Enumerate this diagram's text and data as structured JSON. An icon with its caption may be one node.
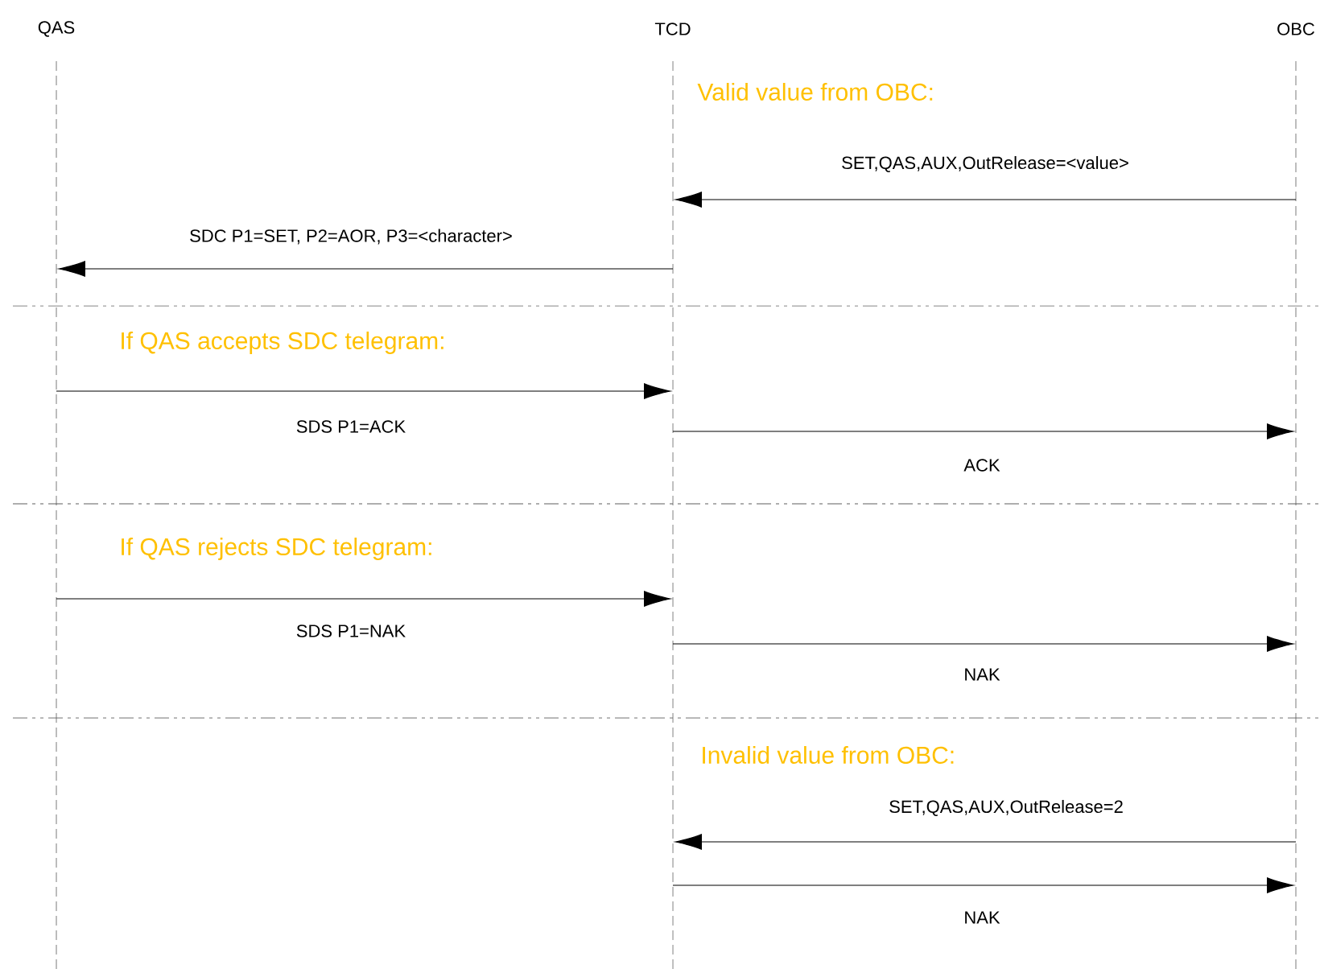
{
  "diagram": {
    "nodes": [
      {
        "text": [
          "QAS"
        ]
      },
      {
        "text": [
          "TCD"
        ]
      },
      {
        "text": [
          "OBC"
        ]
      }
    ],
    "edges": [
      {
        "from": 2,
        "to": 1,
        "arrow": "to",
        "label": "SET,QAS,AUX,OutRelease=<value>"
      },
      {
        "from": 1,
        "to": 0,
        "arrow": "to",
        "label": "SDC P1=SET, P2=AOR, P3=<character>"
      },
      {
        "from": 0,
        "to": 1,
        "arrow": "to",
        "label": "SDS P1=ACK"
      },
      {
        "from": 1,
        "to": 2,
        "arrow": "to",
        "label": "ACK"
      },
      {
        "from": 0,
        "to": 1,
        "arrow": "to",
        "label": "SDS P1=NAK"
      },
      {
        "from": 1,
        "to": 2,
        "arrow": "to",
        "label": "NAK"
      },
      {
        "from": 2,
        "to": 1,
        "arrow": "to",
        "label": "SET,QAS,AUX,OutRelease=2"
      },
      {
        "from": 1,
        "to": 2,
        "arrow": "to",
        "label": "NAK"
      }
    ],
    "labels": [
      "Valid value from OBC:",
      "If QAS accepts SDC telegram:",
      "If QAS rejects SDC telegram:",
      "Invalid value from OBC:"
    ]
  }
}
